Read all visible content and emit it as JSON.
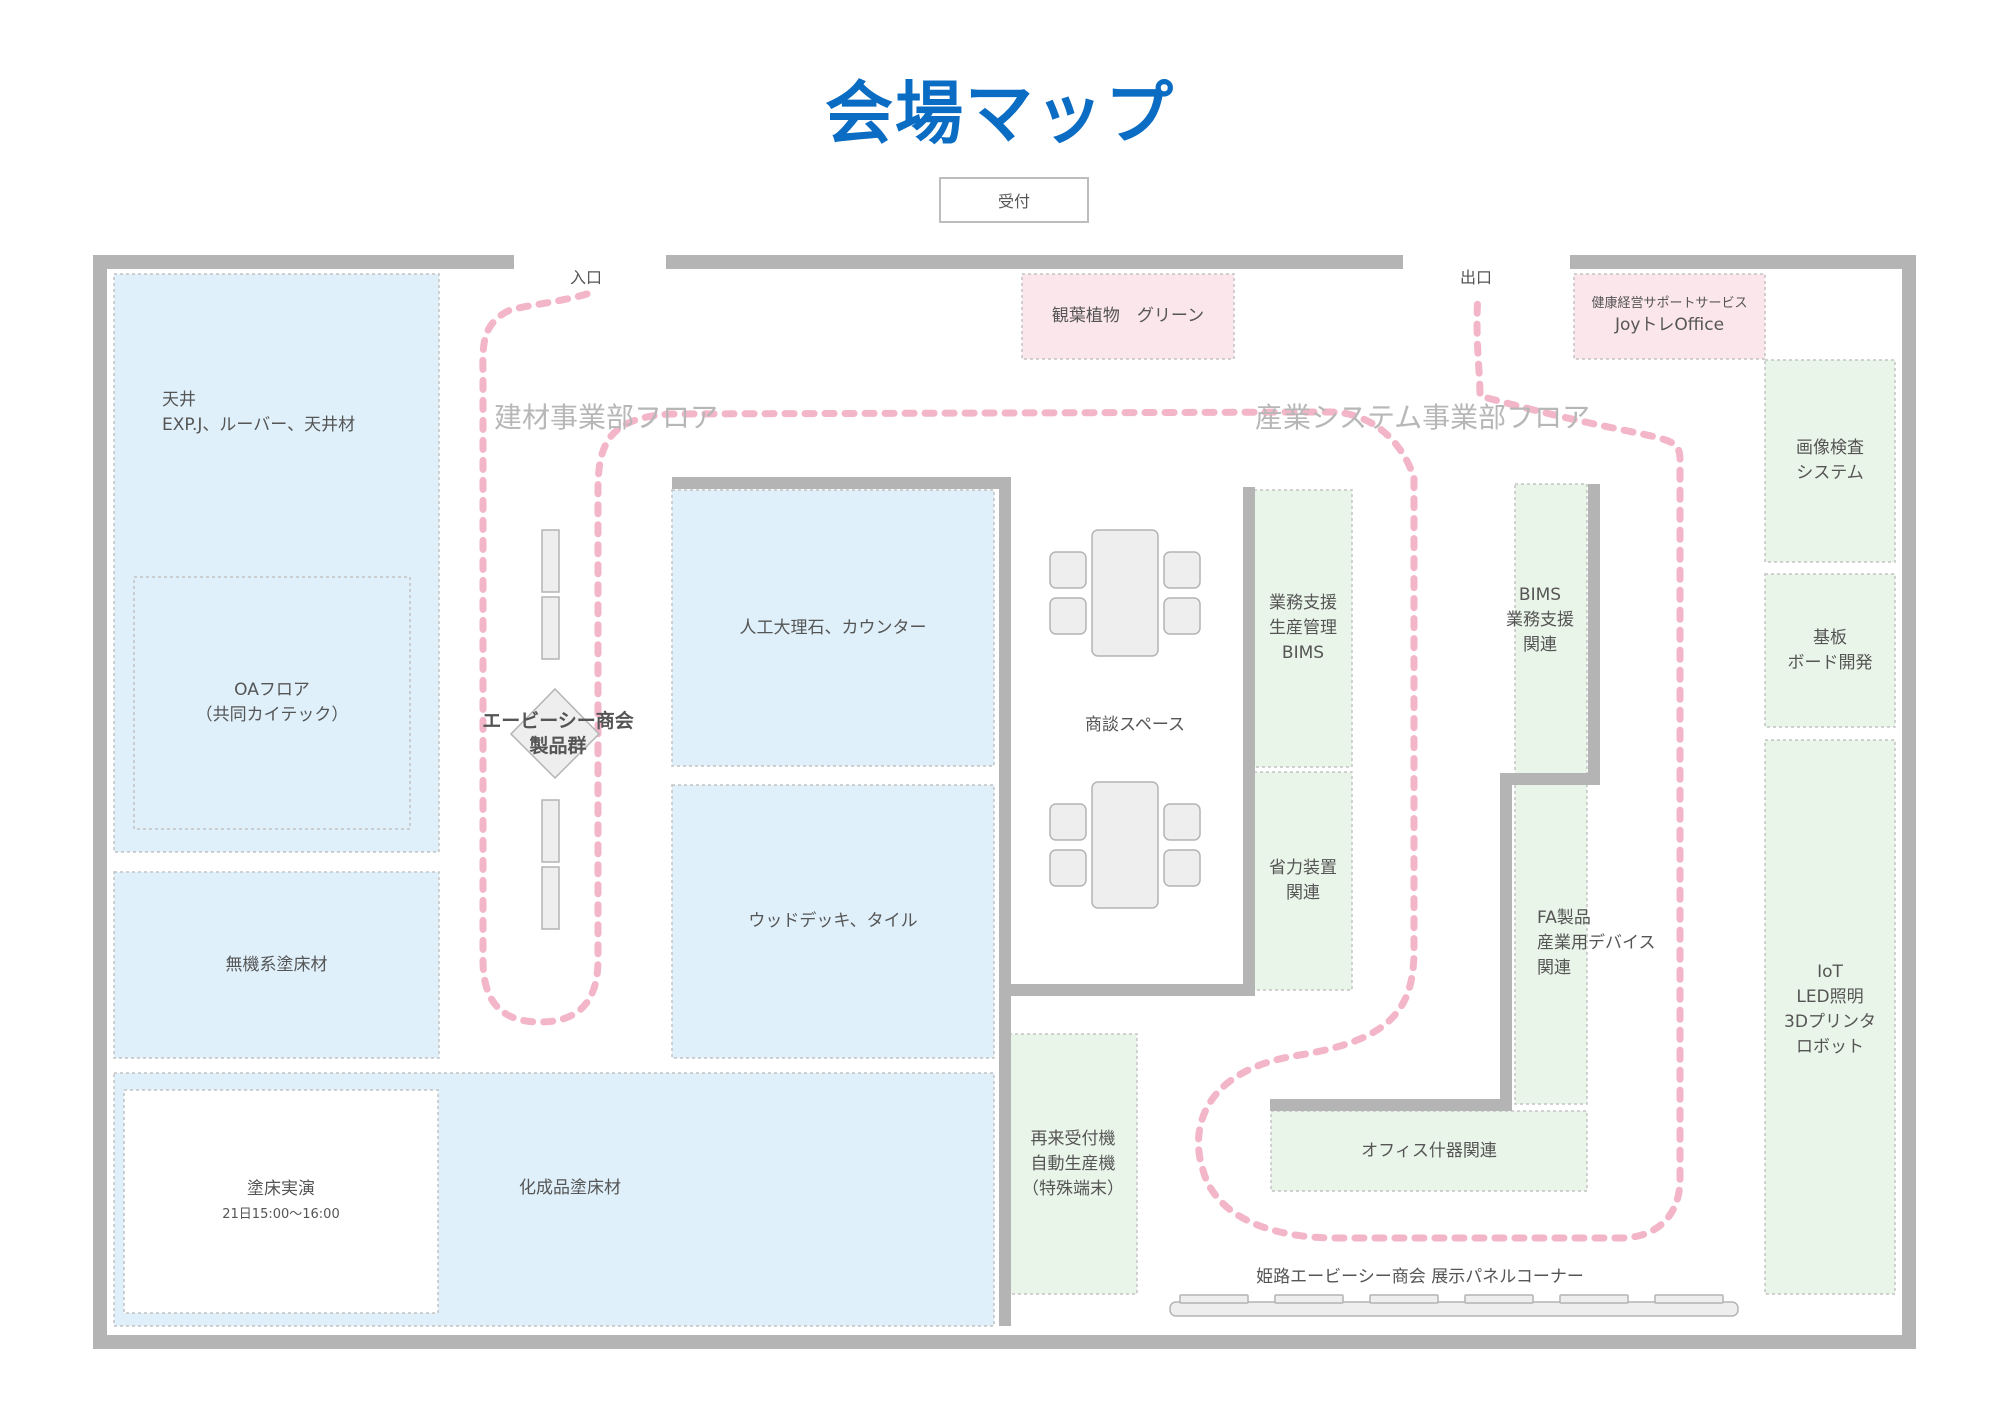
{
  "title": "会場マップ",
  "colors": {
    "title": "#0a6cc3",
    "wall": "#b4b4b4",
    "blue_zone": "#dff0fa",
    "green_zone": "#eaf5ea",
    "pink_zone": "#fbe6ec",
    "route": "#f3b5c8",
    "furniture": "#eeeeee"
  },
  "reception": "受付",
  "entrance": "入口",
  "exit": "出口",
  "floors": {
    "building_materials": "建材事業部フロア",
    "industrial_systems": "産業システム事業部フロア"
  },
  "booths": {
    "ceiling": [
      "天井",
      "EXP.J、ルーバー、天井材"
    ],
    "oa_floor": [
      "OAフロア",
      "（共同カイテック）"
    ],
    "inorganic_floor": "無機系塗床材",
    "floor_demo": "塗床実演",
    "floor_demo_time": "21日15:00～16:00",
    "chemical_floor": "化成品塗床材",
    "products": [
      "エービーシー商会",
      "製品群"
    ],
    "marble": "人工大理石、カウンター",
    "wood_deck": "ウッドデッキ、タイル",
    "meeting": "商談スペース",
    "plants": "観葉植物　グリーン",
    "health_support": "健康経営サポートサービス",
    "joytore": "JoyトレOffice",
    "business_support": [
      "業務支援",
      "生産管理",
      "BIMS"
    ],
    "labor_saving": [
      "省力装置",
      "関連"
    ],
    "bims": [
      "BIMS",
      "業務支援",
      "関連"
    ],
    "fa": [
      "FA製品",
      "産業用デバイス",
      "関連"
    ],
    "office_furniture": "オフィス什器関連",
    "reception_machine": [
      "再来受付機",
      "自動生産機",
      "（特殊端末）"
    ],
    "image_inspection": [
      "画像検査",
      "システム"
    ],
    "board": [
      "基板",
      "ボード開発"
    ],
    "iot": [
      "IoT",
      "LED照明",
      "3Dプリンタ",
      "ロボット"
    ],
    "panel_corner": "姫路エービーシー商会 展示パネルコーナー"
  }
}
